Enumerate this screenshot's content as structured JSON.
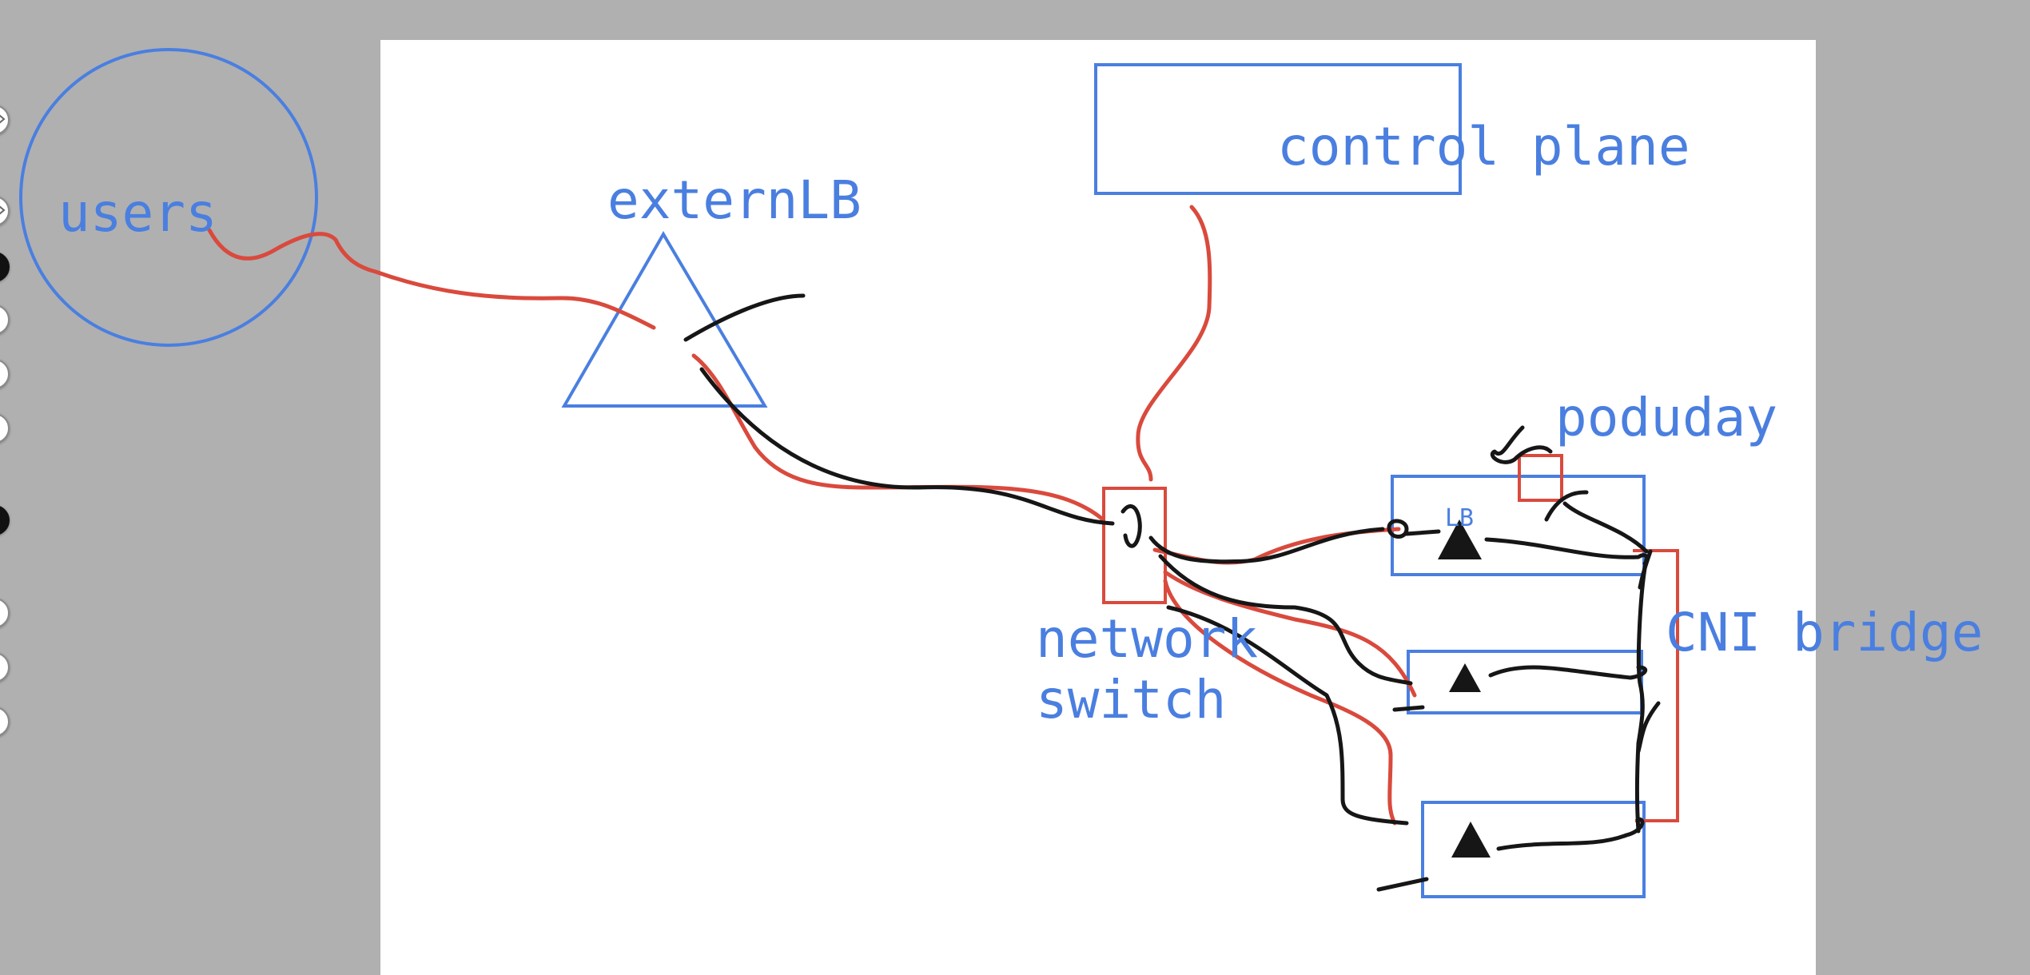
{
  "colors": {
    "background": "#b0b0b0",
    "canvas": "#ffffff",
    "shape_blue": "#4a7fe0",
    "link_red": "#d94a3d",
    "ink_black": "#161616",
    "toolbar_active": "#111111"
  },
  "toolbar": {
    "buttons": [
      {
        "name": "tool-1",
        "active": false
      },
      {
        "name": "tool-2",
        "active": false
      },
      {
        "name": "tool-3",
        "active": true
      },
      {
        "name": "tool-4",
        "active": false
      },
      {
        "name": "tool-5",
        "active": false
      },
      {
        "name": "tool-6",
        "active": false
      },
      {
        "name": "tool-7",
        "active": true
      },
      {
        "name": "tool-8",
        "active": false
      },
      {
        "name": "tool-9",
        "active": false
      },
      {
        "name": "tool-10",
        "active": false
      }
    ]
  },
  "diagram": {
    "nodes": {
      "users": "users",
      "extern_lb": "externLB",
      "control_plane": "control plane",
      "network_switch_line1": "network",
      "network_switch_line2": "switch",
      "poduday": "poduday",
      "lb_small": "LB",
      "cni_bridge": "CNI bridge"
    }
  }
}
